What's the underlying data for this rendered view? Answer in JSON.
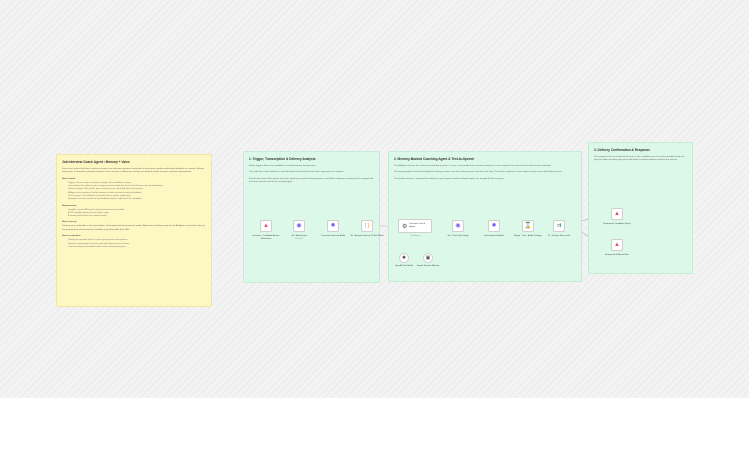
{
  "notes": {
    "overview": {
      "title": "Job Interview Coach Agent • Memory + Voice",
      "intro": "A voice-first coach that takes a spoken answer to an interview question, transcribes it and returns spoken and written feedback on content, delivery and pacing. It remembers previous attempts in the session so follow-up coaching can build on earlier answers and track improvement.",
      "how_title": "How it works",
      "how_items": [
        "Trigger: a form accepts an audio recording of the candidate's answer.",
        "Transcription: the audio is sent to a speech-to-text model that returns the full transcript with timestamps.",
        "Delivery analysis: filler words, pace and pauses are calculated from the transcript.",
        "AI Agent: uses memory of earlier answers to write structured coaching feedback.",
        "Text-to-speech: the feedback is converted into a spoken audio reply.",
        "Response: the form returns the text feedback and the audio file to the candidate."
      ],
      "req_title": "Requirements",
      "req_items": [
        "OpenAI or similar API key for speech-to-text and chat models.",
        "A TTS capable provider for the spoken reply.",
        "A memory backend for the session history."
      ],
      "setup_title": "How to set up",
      "setup_text": "Connect your credentials in the transcription, chat model and text-to-speech nodes. Adjust the coaching prompt in the AI Agent to match the role you are preparing for and activate the workflow to get the public form URL.",
      "custom_title": "How to customize",
      "custom_items": [
        "Change the question bank or let the agent pick the next question.",
        "Swap the memory type to persist coaching history across sessions.",
        "Tune the delivery thresholds for filler words and speaking pace."
      ]
    },
    "step1": {
      "title": "1. Trigger, Transcription & Delivery Analysis",
      "p1": "A form trigger collects the candidate's recorded answer and question.",
      "p2": "The audio file is transcribed by a speech-to-text model and the transcript is passed on for analysis.",
      "p3": "A code step counts filler words, measures words per minute and long pauses, and builds a delivery summary that is merged with the transcript and sent to the coaching agent."
    },
    "step2": {
      "title": "2. Memory-Backed Coaching Agent & Text-to-Speech",
      "p1": "The AI Agent receives the transcript and delivery metrics. It uses a chat model and a session memory so it can compare the current answer with previous attempts.",
      "p2": "The agent produces structured feedback covering content, structure, delivery and a concrete next step. The result is split into a short spoken version and a full written version.",
      "p3": "The spoken version is converted to audio by a text-to-speech node and both outputs are merged for the response."
    },
    "step3": {
      "title": "3. Delivery Confirmation & Response",
      "p1": "The merged result is returned to the form so the candidate sees the written feedback and can play the audio coaching reply. A second branch confirms delivery and logs the session."
    }
  },
  "nodes": {
    "form": {
      "label": "Interview · Candidate Answer Submission",
      "sub": ""
    },
    "upload": {
      "label": "Set · Audio Input",
      "sub": "Set fields"
    },
    "transcribe": {
      "label": "Transcribe Interview Audio",
      "sub": ""
    },
    "analyze": {
      "label": "JS · Analyze Delivery & Filler Words",
      "sub": ""
    },
    "agent": {
      "label": "Interview Coach Agent",
      "sub": "Tools Agent"
    },
    "chatmodel": {
      "label": "OpenAI Chat Model",
      "sub": ""
    },
    "memory": {
      "label": "Simple Session Memory",
      "sub": ""
    },
    "prep": {
      "label": "Set · Prep Voice Reply",
      "sub": ""
    },
    "tts": {
      "label": "Text-to-Speech Audio",
      "sub": ""
    },
    "package": {
      "label": "Merge · Text + Audio Package",
      "sub": ""
    },
    "route": {
      "label": "IF · Delivery Successful",
      "sub": ""
    },
    "respond": {
      "label": "Respond to Candidate (Form)",
      "sub": ""
    },
    "log": {
      "label": "Respond to Fallback Note",
      "sub": ""
    }
  },
  "colors": {
    "yellow_note": "#fdf7c3",
    "green_note": "#dbf8e8",
    "form_icon": "#e24a7a",
    "ai_icon": "#7a5cf0",
    "code_icon": "#e8922e",
    "wire": "#b4b4b4"
  },
  "icons": {
    "form": "form-trigger-icon",
    "upload": "upload-icon",
    "transcribe": "openai-icon",
    "analyze": "code-icon",
    "agent": "robot-icon",
    "chatmodel": "openai-icon",
    "memory": "memory-icon",
    "prep": "edit-icon",
    "tts": "openai-icon",
    "package": "merge-icon",
    "route": "branch-icon",
    "respond": "form-response-icon",
    "log": "form-response-icon"
  }
}
